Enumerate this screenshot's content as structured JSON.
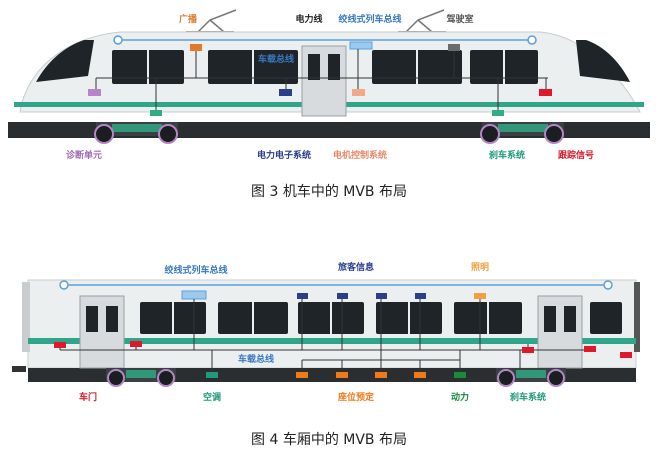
{
  "figure3": {
    "caption": "图 3  机车中的 MVB 布局",
    "labels": {
      "broadcast": "广播",
      "power_line": "电力线",
      "wtb": "绞线式列车总线",
      "cab": "驾驶室",
      "mvb": "车载总线",
      "diagnostic": "诊断单元",
      "power_electronics": "电力电子系统",
      "motor_control": "电机控制系统",
      "brake": "刹车系统",
      "tracking": "跟踪信号"
    }
  },
  "figure4": {
    "caption": "图 4  车厢中的 MVB 布局",
    "labels": {
      "wtb": "绞线式列车总线",
      "passenger_info": "旅客信息",
      "lighting": "照明",
      "mvb": "车载总线",
      "door": "车门",
      "ac": "空调",
      "seat_reservation": "座位预定",
      "power": "动力",
      "brake": "刹车系统"
    }
  },
  "colors": {
    "wtb": "#5aa0dc",
    "mvb_line": "#333333",
    "stripe": "#2fa58a",
    "broadcast": "#e07a2a",
    "power_line": "#222222",
    "cab": "#6b6b6b",
    "diagnostic": "#b486c8",
    "power_electronics": "#2a3e8c",
    "motor_control": "#f2a98a",
    "brake": "#2fae86",
    "tracking": "#e0182d",
    "door": "#e0182d",
    "ac": "#1f9a7a",
    "seat_reservation": "#f07a1a",
    "power": "#1b8a3a",
    "passenger_info": "#2a3e8c",
    "lighting": "#f0a040"
  }
}
